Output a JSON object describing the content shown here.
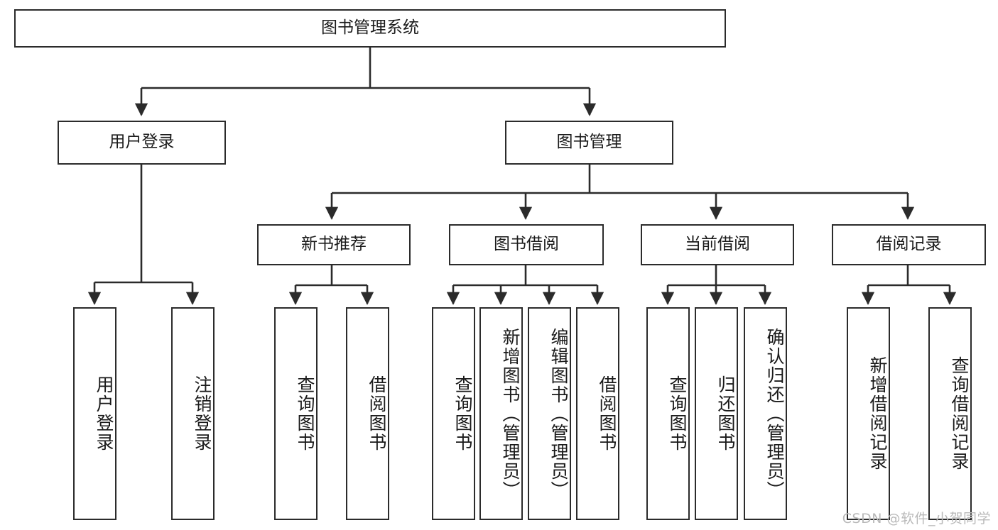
{
  "diagram": {
    "type": "tree",
    "title": "图书管理系统",
    "watermark": "CSDN @软件_小贺同学",
    "colors": {
      "box_border": "#2b2b2b",
      "box_fill": "#ffffff",
      "connector": "#2b2b2b",
      "text": "#1a1a1a",
      "watermark": "#b9b9b9"
    },
    "nodes": {
      "root": {
        "label": "图书管理系统",
        "orientation": "horizontal"
      },
      "level2": [
        {
          "label": "用户登录",
          "orientation": "horizontal"
        },
        {
          "label": "图书管理",
          "orientation": "horizontal"
        }
      ],
      "level3": [
        {
          "label": "新书推荐",
          "orientation": "horizontal"
        },
        {
          "label": "图书借阅",
          "orientation": "horizontal"
        },
        {
          "label": "当前借阅",
          "orientation": "horizontal"
        },
        {
          "label": "借阅记录",
          "orientation": "horizontal"
        }
      ],
      "leaves_user_login": [
        {
          "label": "用户登录",
          "orientation": "vertical"
        },
        {
          "label": "注销登录",
          "orientation": "vertical"
        }
      ],
      "leaves_new_book": [
        {
          "label": "查询图书",
          "orientation": "vertical"
        },
        {
          "label": "借阅图书",
          "orientation": "vertical"
        }
      ],
      "leaves_borrow": [
        {
          "label": "查询图书",
          "orientation": "vertical"
        },
        {
          "label": "新增图书（管理员）",
          "orientation": "vertical"
        },
        {
          "label": "编辑图书（管理员）",
          "orientation": "vertical"
        },
        {
          "label": "借阅图书",
          "orientation": "vertical"
        }
      ],
      "leaves_current": [
        {
          "label": "查询图书",
          "orientation": "vertical"
        },
        {
          "label": "归还图书",
          "orientation": "vertical"
        },
        {
          "label": "确认归还（管理员）",
          "orientation": "vertical"
        }
      ],
      "leaves_records": [
        {
          "label": "新增借阅记录",
          "orientation": "vertical"
        },
        {
          "label": "查询借阅记录",
          "orientation": "vertical"
        }
      ]
    }
  }
}
